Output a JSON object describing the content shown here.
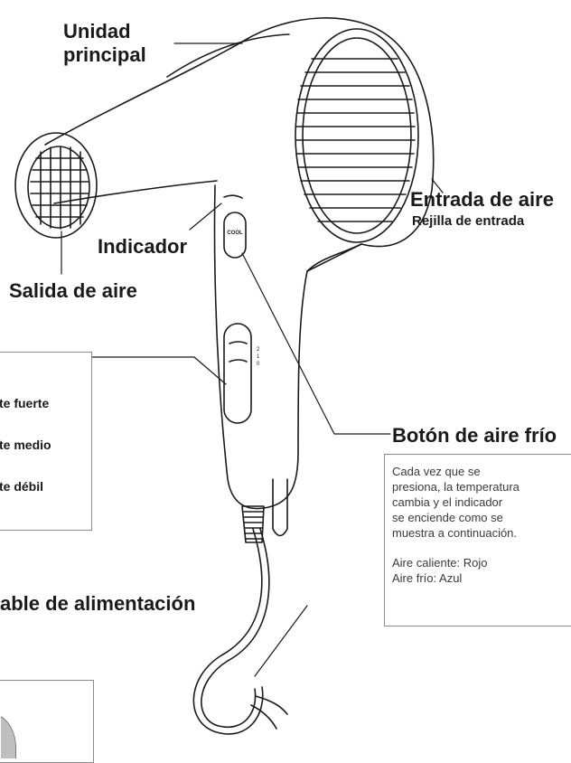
{
  "labels": {
    "main_unit": [
      "Unidad",
      "principal"
    ],
    "air_inlet": "Entrada de aire",
    "inlet_grille": "Rejilla de entrada",
    "indicator": "Indicador",
    "air_outlet": "Salida de aire",
    "cool_button": "Botón de aire frío",
    "power_cable": "able de alimentación",
    "cool_button_face": "COOL",
    "switch_marks": [
      "2",
      "1",
      "0"
    ]
  },
  "speed_box": {
    "items": [
      "te fuerte",
      "te medio",
      "te débil"
    ]
  },
  "cool_note": {
    "lines": [
      "Cada vez que se",
      "presiona, la temperatura",
      "cambia y el indicador",
      "se enciende como se",
      "muestra a continuación."
    ],
    "hot": "Aire caliente: Rojo",
    "cold": "Aire frío: Azul"
  },
  "colors": {
    "line": "#1a1a1a",
    "box_border": "#8a8a8a",
    "background": "#ffffff"
  }
}
